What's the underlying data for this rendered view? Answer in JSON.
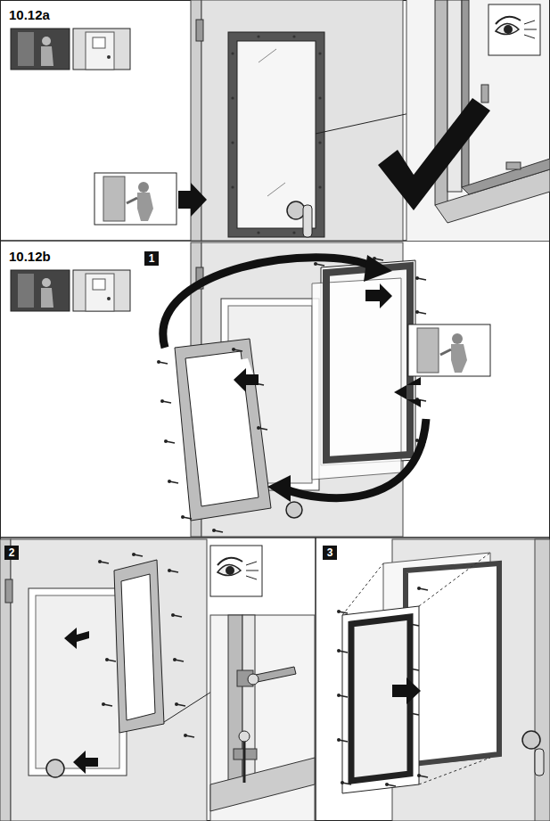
{
  "diagram": {
    "labels": [
      "10.12a",
      "10.12b",
      "1",
      "2",
      "3"
    ]
  }
}
